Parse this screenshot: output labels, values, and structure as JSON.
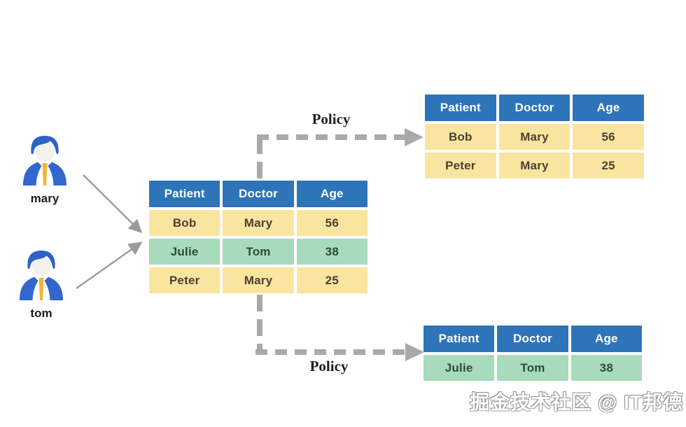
{
  "users": [
    {
      "name": "mary"
    },
    {
      "name": "tom"
    }
  ],
  "labels": {
    "policy_top": "Policy",
    "policy_bottom": "Policy"
  },
  "tables": {
    "main": {
      "headers": [
        "Patient",
        "Doctor",
        "Age"
      ],
      "rows": [
        {
          "cells": [
            "Bob",
            "Mary",
            "56"
          ],
          "highlight": "yellow"
        },
        {
          "cells": [
            "Julie",
            "Tom",
            "38"
          ],
          "highlight": "green"
        },
        {
          "cells": [
            "Peter",
            "Mary",
            "25"
          ],
          "highlight": "yellow"
        }
      ]
    },
    "mary_view": {
      "headers": [
        "Patient",
        "Doctor",
        "Age"
      ],
      "rows": [
        {
          "cells": [
            "Bob",
            "Mary",
            "56"
          ],
          "highlight": "yellow"
        },
        {
          "cells": [
            "Peter",
            "Mary",
            "25"
          ],
          "highlight": "yellow"
        }
      ]
    },
    "tom_view": {
      "headers": [
        "Patient",
        "Doctor",
        "Age"
      ],
      "rows": [
        {
          "cells": [
            "Julie",
            "Tom",
            "38"
          ],
          "highlight": "green"
        }
      ]
    }
  },
  "watermark": "掘金技术社区 @ IT邦德",
  "icons": {
    "businessman": "person in blue suit with yellow tie"
  },
  "colors": {
    "header_blue": "#2E74B9",
    "row_yellow": "#FAE5A0",
    "row_green": "#A7DBBB",
    "connector_gray": "#A9A9A9",
    "thin_arrow_gray": "#9B9B9B",
    "suit_blue": "#3366CF",
    "hair_blue": "#2D62C8",
    "tie_yellow": "#F2B33D"
  }
}
